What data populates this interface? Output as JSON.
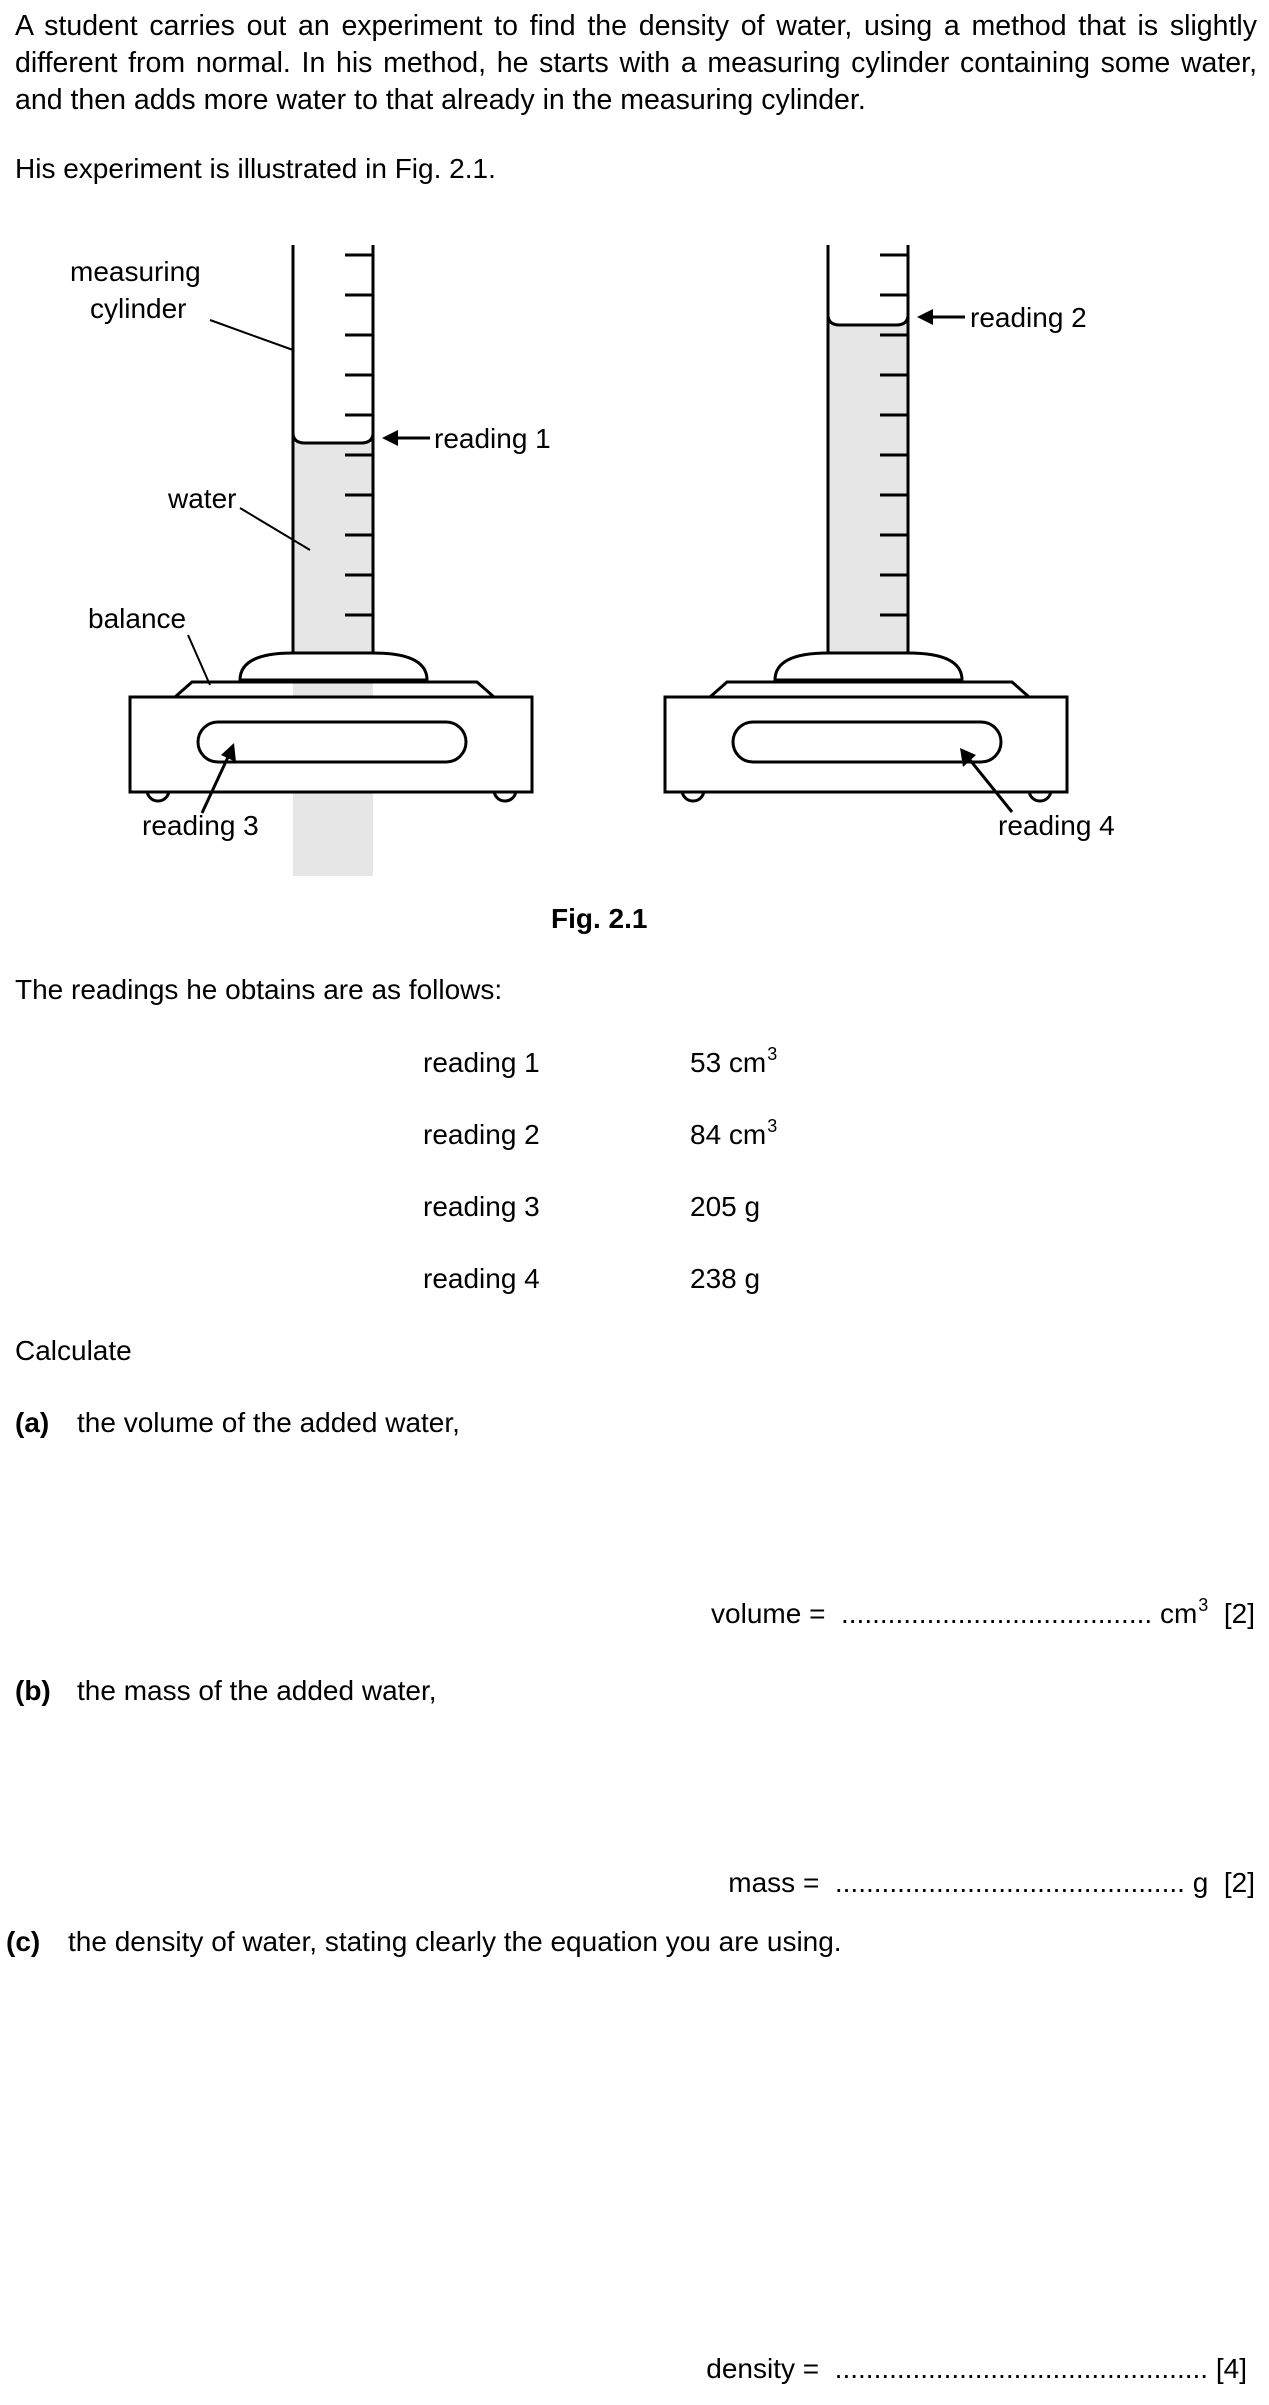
{
  "intro": "A student carries out an experiment to find the density of water, using a method that is slightly different from normal. In his method, he starts with a measuring cylinder containing some water, and then adds more water to that already in the measuring cylinder.",
  "illustrated": "His experiment is illustrated in Fig. 2.1.",
  "figure": {
    "labels": {
      "measuring": "measuring",
      "cylinder": "cylinder",
      "water": "water",
      "balance": "balance",
      "reading1": "reading 1",
      "reading2": "reading 2",
      "reading3": "reading 3",
      "reading4": "reading 4"
    },
    "caption": "Fig. 2.1"
  },
  "readings_intro": "The readings he obtains are as follows:",
  "readings": [
    {
      "label": "reading 1",
      "value": "53 cm",
      "sup": "3"
    },
    {
      "label": "reading 2",
      "value": "84 cm",
      "sup": "3"
    },
    {
      "label": "reading 3",
      "value": "205 g",
      "sup": ""
    },
    {
      "label": "reading 4",
      "value": "238 g",
      "sup": ""
    }
  ],
  "calculate": "Calculate",
  "parts": {
    "a": {
      "letter": "(a)",
      "text": "the volume of the added water,",
      "answer_label": "volume =",
      "dots": "........................................",
      "unit": "cm",
      "unit_sup": "3",
      "marks": "[2]"
    },
    "b": {
      "letter": "(b)",
      "text": "the mass of the added water,",
      "answer_label": "mass =",
      "dots": ".............................................",
      "unit": "g",
      "marks": "[2]"
    },
    "c": {
      "letter": "(c)",
      "text": "the density of water, stating clearly the equation you are using.",
      "answer_label": "density =",
      "dots": "................................................",
      "marks": "[4]"
    }
  }
}
